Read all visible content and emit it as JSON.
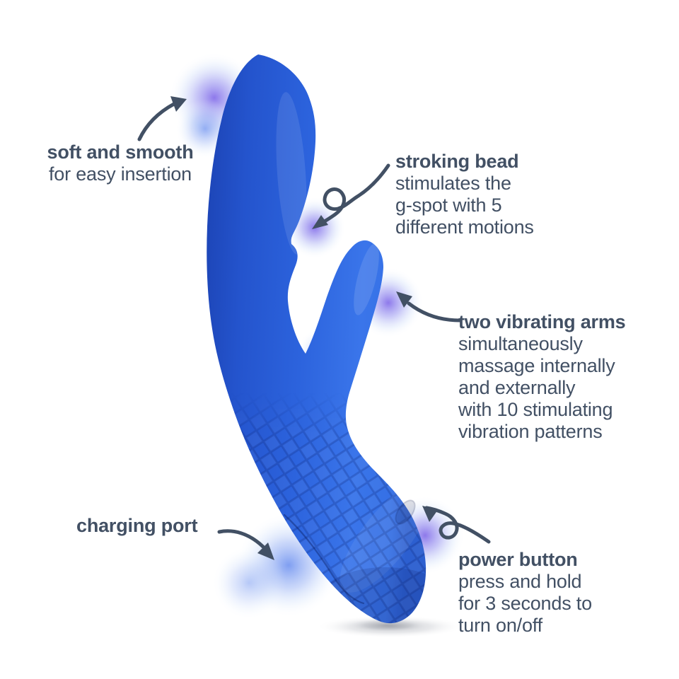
{
  "page": {
    "background": "#ffffff",
    "description": "Product feature diagram: blue rabbit-style personal massager with five annotated callouts and hand-drawn arrows"
  },
  "colors": {
    "device_blue": "#2c63dd",
    "device_blue_dark": "#1c43b4",
    "device_blue_light": "#3a75ea",
    "glow_purple": "#8470eb",
    "glow_blue": "#6e8cf0",
    "text": "#425064",
    "ground_shadow": "#8a8f9b"
  },
  "annotations": [
    {
      "id": "soft-and-smooth",
      "title": "soft and smooth",
      "lines": [
        "for easy insertion"
      ]
    },
    {
      "id": "stroking-bead",
      "title": "stroking bead",
      "lines": [
        "stimulates the",
        "g-spot with 5",
        "different motions"
      ]
    },
    {
      "id": "two-vibrating-arms",
      "title": "two vibrating arms",
      "lines": [
        "simultaneously",
        "massage internally",
        "and externally",
        "with 10 stimulating",
        "vibration patterns"
      ]
    },
    {
      "id": "charging-port",
      "title": "charging port",
      "lines": []
    },
    {
      "id": "power-button",
      "title": "power button",
      "lines": [
        "press and hold",
        "for 3 seconds to",
        "turn on/off"
      ]
    }
  ]
}
